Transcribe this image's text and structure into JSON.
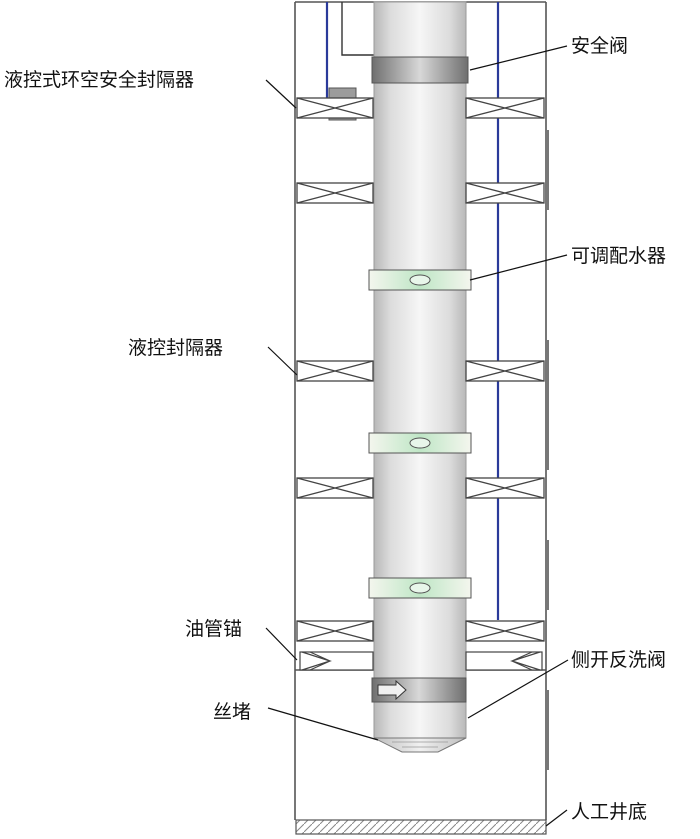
{
  "labels": {
    "safety_valve": "安全阀",
    "hydraulic_annular_packer": "液控式环空安全封隔器",
    "adjustable_injector": "可调配水器",
    "hydraulic_packer": "液控封隔器",
    "tubing_anchor": "油管锚",
    "side_backwash_valve": "侧开反洗阀",
    "plug": "丝堵",
    "artificial_bottom": "人工井底"
  },
  "colors": {
    "casing": "#555555",
    "control_line": "#2a3a9a",
    "tube_center": "#f4f4f4",
    "tube_edge": "#bdbdbd",
    "valve_band": "#8a8a8a",
    "injector_center": "#b9e3c2",
    "bottom_hatch": "#8a8a8a"
  },
  "icons": {
    "packer_element": "crossed-box-icon",
    "injector_port": "oval-port-icon",
    "backwash_arrow": "right-arrow-icon",
    "plug_tip": "cone-icon"
  }
}
